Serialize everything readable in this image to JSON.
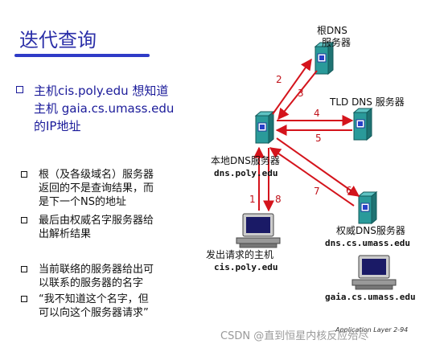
{
  "title": "迭代查询",
  "main_bullet": {
    "line1": "主机cis.poly.edu 想知道",
    "line2": "主机 gaia.cs.umass.edu",
    "line3": "的IP地址"
  },
  "sub_bullets": [
    {
      "lines": [
        "根（及各级域名）服务器",
        "返回的不是查询结果，而",
        "是下一个NS的地址"
      ]
    },
    {
      "lines": [
        "最后由权威名字服务器给",
        "出解析结果"
      ]
    },
    {
      "lines": [
        "当前联络的服务器给出可",
        "以联系的服务器的名字"
      ]
    },
    {
      "lines": [
        "“我不知道这个名字，但",
        "可以向这个服务器请求”"
      ]
    }
  ],
  "diagram": {
    "root_label_1": "根DNS",
    "root_label_2": "服务器",
    "tld_label": "TLD DNS 服务器",
    "local_label": "本地DNS服务器",
    "local_host": "dns.poly.edu",
    "auth_label": "权威DNS服务器",
    "auth_host": "dns.cs.umass.edu",
    "requester_label": "发出请求的主机",
    "requester_host": "cis.poly.edu",
    "target_host": "gaia.cs.umass.edu",
    "steps": [
      "1",
      "2",
      "3",
      "4",
      "5",
      "6",
      "7",
      "8"
    ]
  },
  "footer": "Application Layer  2-94",
  "watermark": "CSDN @直到恒星内核反应殆尽",
  "colors": {
    "title": "#2b2fa8",
    "arrow": "#d4141c",
    "server_teal": "#2a9a9a"
  }
}
